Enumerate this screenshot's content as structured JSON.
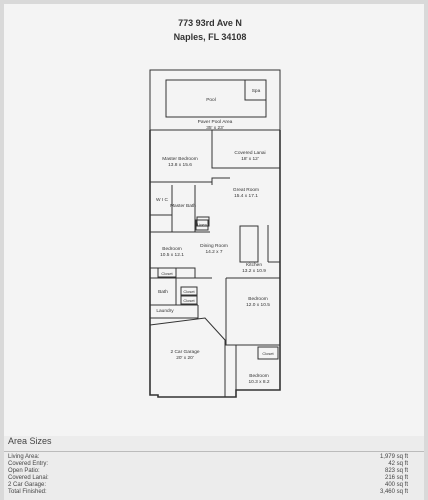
{
  "header": {
    "address_line1": "773 93rd Ave N",
    "address_line2": "Naples, FL 34108"
  },
  "rooms": {
    "pool": "Pool",
    "spa": "Spa",
    "paver_pool_area": "Paver Pool Area",
    "paver_pool_area_dim": "35' x 23'",
    "covered_lanai": "Covered Lanai",
    "covered_lanai_dim": "18' x 12'",
    "master_bedroom": "Master Bedroom",
    "master_bedroom_dim": "13.8 x 15.6",
    "great_room": "Great Room",
    "great_room_dim": "15.4 x 17.1",
    "wic": "W I C",
    "master_bath": "Master Bath",
    "linen": "Linen",
    "bedroom1": "Bedroom",
    "bedroom1_dim": "10.5 x 12.1",
    "dining_room": "Dining Room",
    "dining_room_dim": "14.2 x 7",
    "kitchen": "Kitchen",
    "kitchen_dim": "13.2 x 10.9",
    "closet1": "Closet",
    "bath": "Bath",
    "closet2": "Closet",
    "closet3": "Closet",
    "laundry": "Laundry",
    "bedroom2": "Bedroom",
    "bedroom2_dim": "12.0 x 10.5",
    "closet4": "Closet",
    "garage": "2 Car Garage",
    "garage_dim": "20' x 20'",
    "bedroom3": "Bedroom",
    "bedroom3_dim": "10.3 x 8.2"
  },
  "area_sizes": {
    "title": "Area Sizes",
    "rows": [
      {
        "label": "Living Area:",
        "value": "1,979 sq ft"
      },
      {
        "label": "Covered Entry:",
        "value": "42 sq ft"
      },
      {
        "label": "Open Patio:",
        "value": "823 sq ft"
      },
      {
        "label": "Covered Lanai:",
        "value": "216 sq ft"
      },
      {
        "label": "2 Car Garage:",
        "value": "400 sq ft"
      },
      {
        "label": "Total Finished:",
        "value": "3,460 sq ft"
      }
    ]
  }
}
